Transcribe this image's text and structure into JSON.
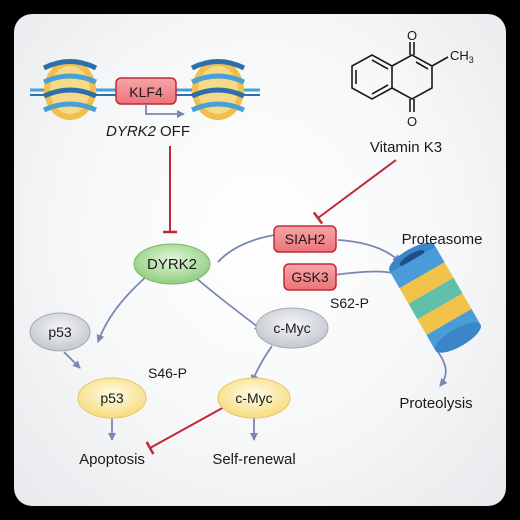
{
  "nodes": {
    "klf4": "KLF4",
    "dyrk2_off_gene": "DYRK2",
    "dyrk2_off_word": "OFF",
    "ch3": "CH",
    "ch3_sub": "3",
    "o_top": "O",
    "o_bottom": "O",
    "vitamin_k3": "Vitamin K3",
    "siah2": "SIAH2",
    "proteasome": "Proteasome",
    "dyrk2": "DYRK2",
    "gsk3": "GSK3",
    "s62p": "S62-P",
    "cmyc_upper": "c-Myc",
    "p53_upper": "p53",
    "s46p": "S46-P",
    "p53_lower": "p53",
    "cmyc_lower": "c-Myc",
    "proteolysis": "Proteolysis",
    "apoptosis": "Apoptosis",
    "self_renewal": "Self-renewal"
  },
  "colors": {
    "activation": "#7a86b4",
    "inhibition": "#c0283a",
    "red_box_fill": "#f28a8e",
    "red_box_stroke": "#c0283a",
    "green_node": "#a8d89a",
    "grey_node": "#d4d7dd",
    "yellow_node": "#fbe79a",
    "dna": "#4aa0d4"
  }
}
